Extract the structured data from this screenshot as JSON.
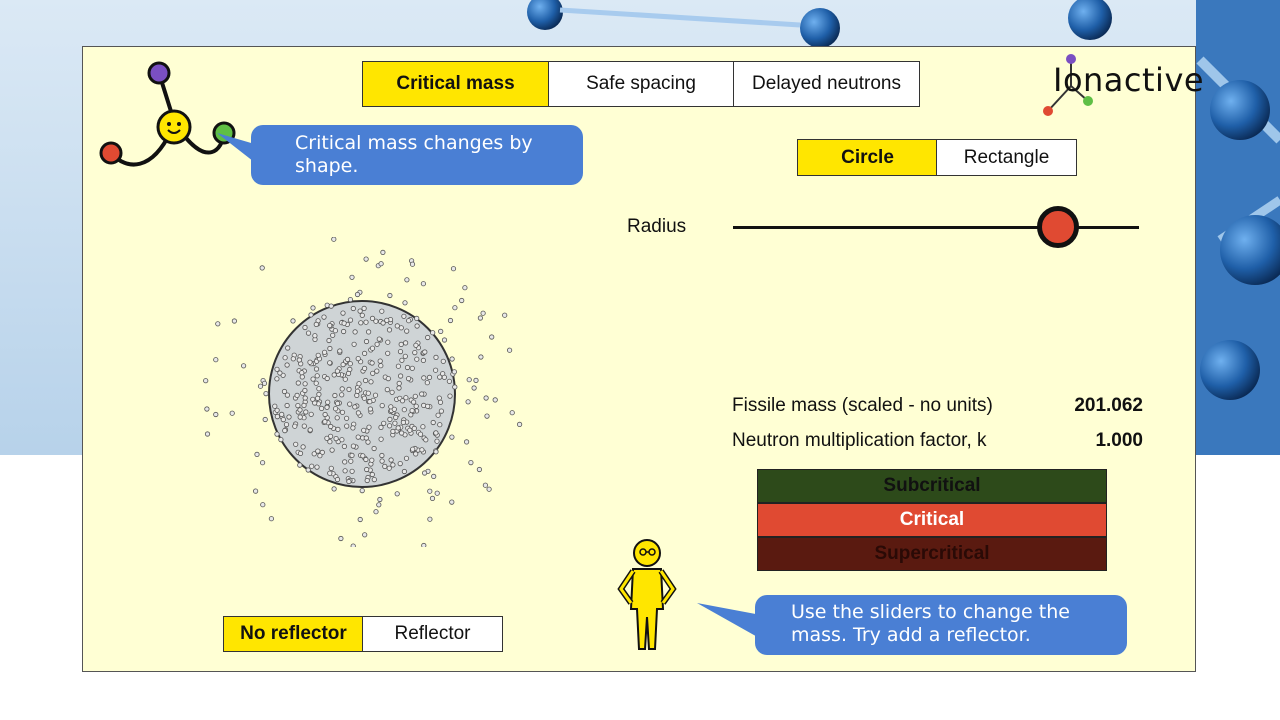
{
  "colors": {
    "panel_bg": "#ffffd4",
    "accent_yellow": "#ffe600",
    "bubble_blue": "#4a7fd4",
    "subcritical_bg": "#2d4a1a",
    "subcritical_text": "#111111",
    "critical_bg": "#e04a32",
    "critical_text": "#ffffff",
    "supercritical_bg": "#5a1a10",
    "supercritical_text": "#2a0a06",
    "slider_knob": "#e04a32",
    "sphere_fill": "#cfd4d6"
  },
  "logo": {
    "text": "Ionactive"
  },
  "tabs": [
    {
      "label": "Critical mass",
      "selected": true
    },
    {
      "label": "Safe spacing",
      "selected": false
    },
    {
      "label": "Delayed neutrons",
      "selected": false
    }
  ],
  "mascot_bubble": {
    "text": "Critical mass changes by shape."
  },
  "shape_toggle": [
    {
      "label": "Circle",
      "selected": true
    },
    {
      "label": "Rectangle",
      "selected": false
    }
  ],
  "radius_slider": {
    "label": "Radius",
    "value": 0.8
  },
  "readouts": [
    {
      "label": "Fissile mass (scaled - no units)",
      "value": "201.062"
    },
    {
      "label": "Neutron multiplication factor, k",
      "value": "1.000"
    }
  ],
  "status": {
    "subcritical": "Subcritical",
    "critical": "Critical",
    "supercritical": "Supercritical",
    "active": "critical"
  },
  "reflector_toggle": [
    {
      "label": "No reflector",
      "selected": true
    },
    {
      "label": "Reflector",
      "selected": false
    }
  ],
  "scientist_bubble": {
    "text": "Use the sliders to change the mass. Try add a reflector."
  },
  "icons": {
    "mascot": "molecule-mascot-icon",
    "scientist": "scientist-figure-icon",
    "logo": "molecule-logo-icon"
  }
}
